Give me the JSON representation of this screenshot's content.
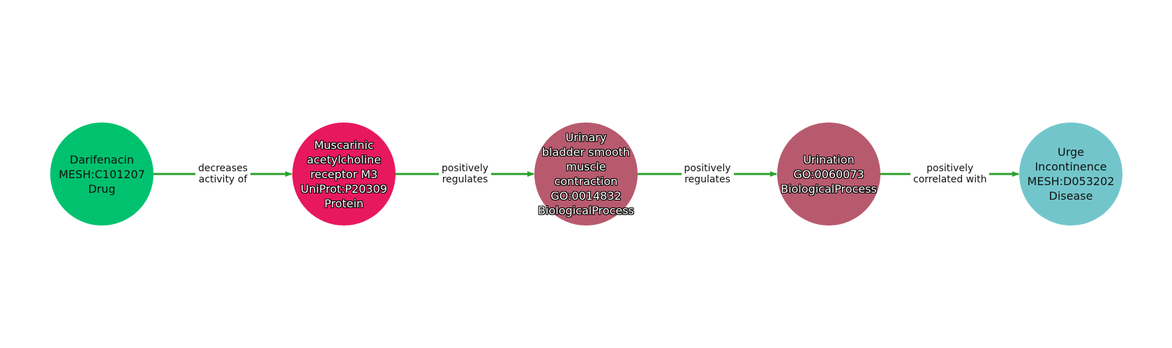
{
  "colors": {
    "edge": "#2ca02c",
    "drug": "#00c26e",
    "protein": "#e8185e",
    "biological_process": "#b85a6e",
    "disease": "#72c6cb"
  },
  "nodes": [
    {
      "id": "darifenacin",
      "lines": [
        "Darifenacin",
        "MESH:C101207",
        "Drug"
      ],
      "color": "#00c26e",
      "text": "dark"
    },
    {
      "id": "m3-receptor",
      "lines": [
        "Muscarinic",
        "acetylcholine",
        "receptor M3",
        "UniProt:P20309",
        "Protein"
      ],
      "color": "#e8185e",
      "text": "light"
    },
    {
      "id": "bladder-contraction",
      "lines": [
        "Urinary",
        "bladder smooth",
        "muscle",
        "contraction",
        "GO:0014832",
        "BiologicalProcess"
      ],
      "color": "#b85a6e",
      "text": "light"
    },
    {
      "id": "urination",
      "lines": [
        "Urination",
        "GO:0060073",
        "BiologicalProcess"
      ],
      "color": "#b85a6e",
      "text": "light"
    },
    {
      "id": "urge-incontinence",
      "lines": [
        "Urge",
        "Incontinence",
        "MESH:D053202",
        "Disease"
      ],
      "color": "#72c6cb",
      "text": "dark"
    }
  ],
  "edges": [
    {
      "from": "darifenacin",
      "to": "m3-receptor",
      "label": [
        "decreases",
        "activity of"
      ]
    },
    {
      "from": "m3-receptor",
      "to": "bladder-contraction",
      "label": [
        "positively",
        "regulates"
      ]
    },
    {
      "from": "bladder-contraction",
      "to": "urination",
      "label": [
        "positively",
        "regulates"
      ]
    },
    {
      "from": "urination",
      "to": "urge-incontinence",
      "label": [
        "positively",
        "correlated with"
      ]
    }
  ]
}
